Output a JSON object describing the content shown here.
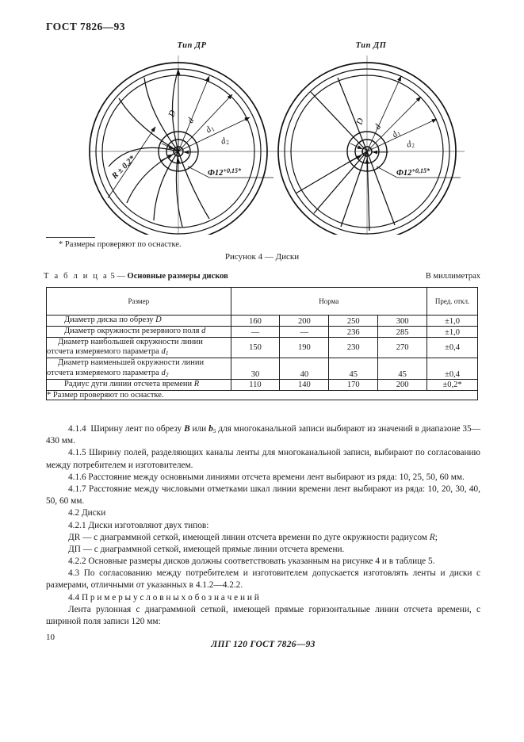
{
  "header": {
    "standard": "ГОСТ 7826—93"
  },
  "figure": {
    "left_disc": {
      "title": "Тип ДР",
      "labels": {
        "radius": "R ± 0,2*",
        "D": "D",
        "d": "d",
        "d1": "d",
        "d1_sub": "1",
        "d2": "d",
        "d2_sub": "2",
        "bore": "Ф12",
        "bore_tol": "+0,15*"
      }
    },
    "right_disc": {
      "title": "Тип ДП",
      "labels": {
        "D": "D",
        "d": "d",
        "d1": "d",
        "d1_sub": "1",
        "d2": "d",
        "d2_sub": "2",
        "bore": "Ф12",
        "bore_tol": "+0,15*"
      }
    },
    "footnote": "* Размеры проверяют по оснастке.",
    "caption": "Рисунок 4 — Диски"
  },
  "table": {
    "title_word": "Т а б л и ц а",
    "title_number": "5",
    "title_dash": "—",
    "title_name": "Основные размеры дисков",
    "units_note": "В миллиметрах",
    "headers": {
      "size": "Размер",
      "norm": "Норма",
      "tolerance": "Пред. откл."
    },
    "rows": [
      {
        "label_pre": "Диаметр диска по обрезу ",
        "label_sym": "D",
        "label_sub": "",
        "label_post": "",
        "values": [
          "160",
          "200",
          "250",
          "300"
        ],
        "tolerance": "±1,0"
      },
      {
        "label_pre": "Диаметр окружности резервного поля ",
        "label_sym": "d",
        "label_sub": "",
        "label_post": "",
        "values": [
          "—",
          "—",
          "236",
          "285"
        ],
        "tolerance": "±1,0"
      },
      {
        "label_pre": "Диаметр наибольшей окружности линии отсчета измеряемого параметра ",
        "label_sym": "d",
        "label_sub": "1",
        "label_post": "",
        "values": [
          "150",
          "190",
          "230",
          "270"
        ],
        "tolerance": "±0,4"
      },
      {
        "label_pre": "Диаметр наименьшей окружности линии отсчета измеряемого параметра ",
        "label_sym": "d",
        "label_sub": "2",
        "label_post": "",
        "values": [
          "30",
          "40",
          "45",
          "45"
        ],
        "tolerance": "±0,4"
      },
      {
        "label_pre": "Радиус дуги линии отсчета времени ",
        "label_sym": "R",
        "label_sub": "",
        "label_post": "",
        "values": [
          "110",
          "140",
          "170",
          "200"
        ],
        "tolerance": "±0,2*"
      }
    ],
    "footnote": "* Размер проверяют по оснастке."
  },
  "body": {
    "clause_414_num": "4.1.4",
    "clause_414_a": "Ширину лент по обрезу ",
    "clause_414_B": "B",
    "clause_414_b": " или ",
    "clause_414_b5": "b",
    "clause_414_b5_sub": "5",
    "clause_414_c": " для многоканальной записи выбирают из значений в диапазоне 35—430 мм.",
    "clause_415": "4.1.5  Ширину полей, разделяющих каналы ленты для многоканальной записи, выбирают по согласованию между потребителем и изготовителем.",
    "clause_416": "4.1.6  Расстояние между основными линиями отсчета времени лент выбирают из ряда: 10, 25, 50, 60 мм.",
    "clause_417": "4.1.7  Расстояние между числовыми отметками шкал линии времени лент выбирают из ряда: 10, 20, 30, 40, 50, 60 мм.",
    "clause_42": "4.2  Диски",
    "clause_421": "4.2.1  Диски изготовляют двух типов:",
    "type_dr_pre": "ДR — с диаграммной сеткой, имеющей линии отсчета времени по дуге окружности радиусом ",
    "type_dr_sym": "R",
    "type_dr_post": ";",
    "type_dp": "ДП — с диаграммной сеткой, имеющей прямые линии отсчета времени.",
    "clause_422": "4.2.2  Основные размеры дисков должны соответствовать указанным на рисунке 4 и в таблице 5.",
    "clause_43": "4.3  По согласованию между потребителем и изготовителем допускается изготовлять ленты и диски с размерами, отличными от указанных в 4.1.2—4.2.2.",
    "clause_44_num": "4.4",
    "clause_44_title": "П р и м е р ы   у с л о в н ы х   о б о з н а ч е н и й",
    "example_text": "Лента рулонная с диаграммной сеткой, имеющей прямые горизонтальные линии отсчета времени, с шириной поля записи 120 мм:",
    "designation": "ЛПГ 120 ГОСТ 7826—93"
  },
  "footer": {
    "page_number": "10"
  }
}
